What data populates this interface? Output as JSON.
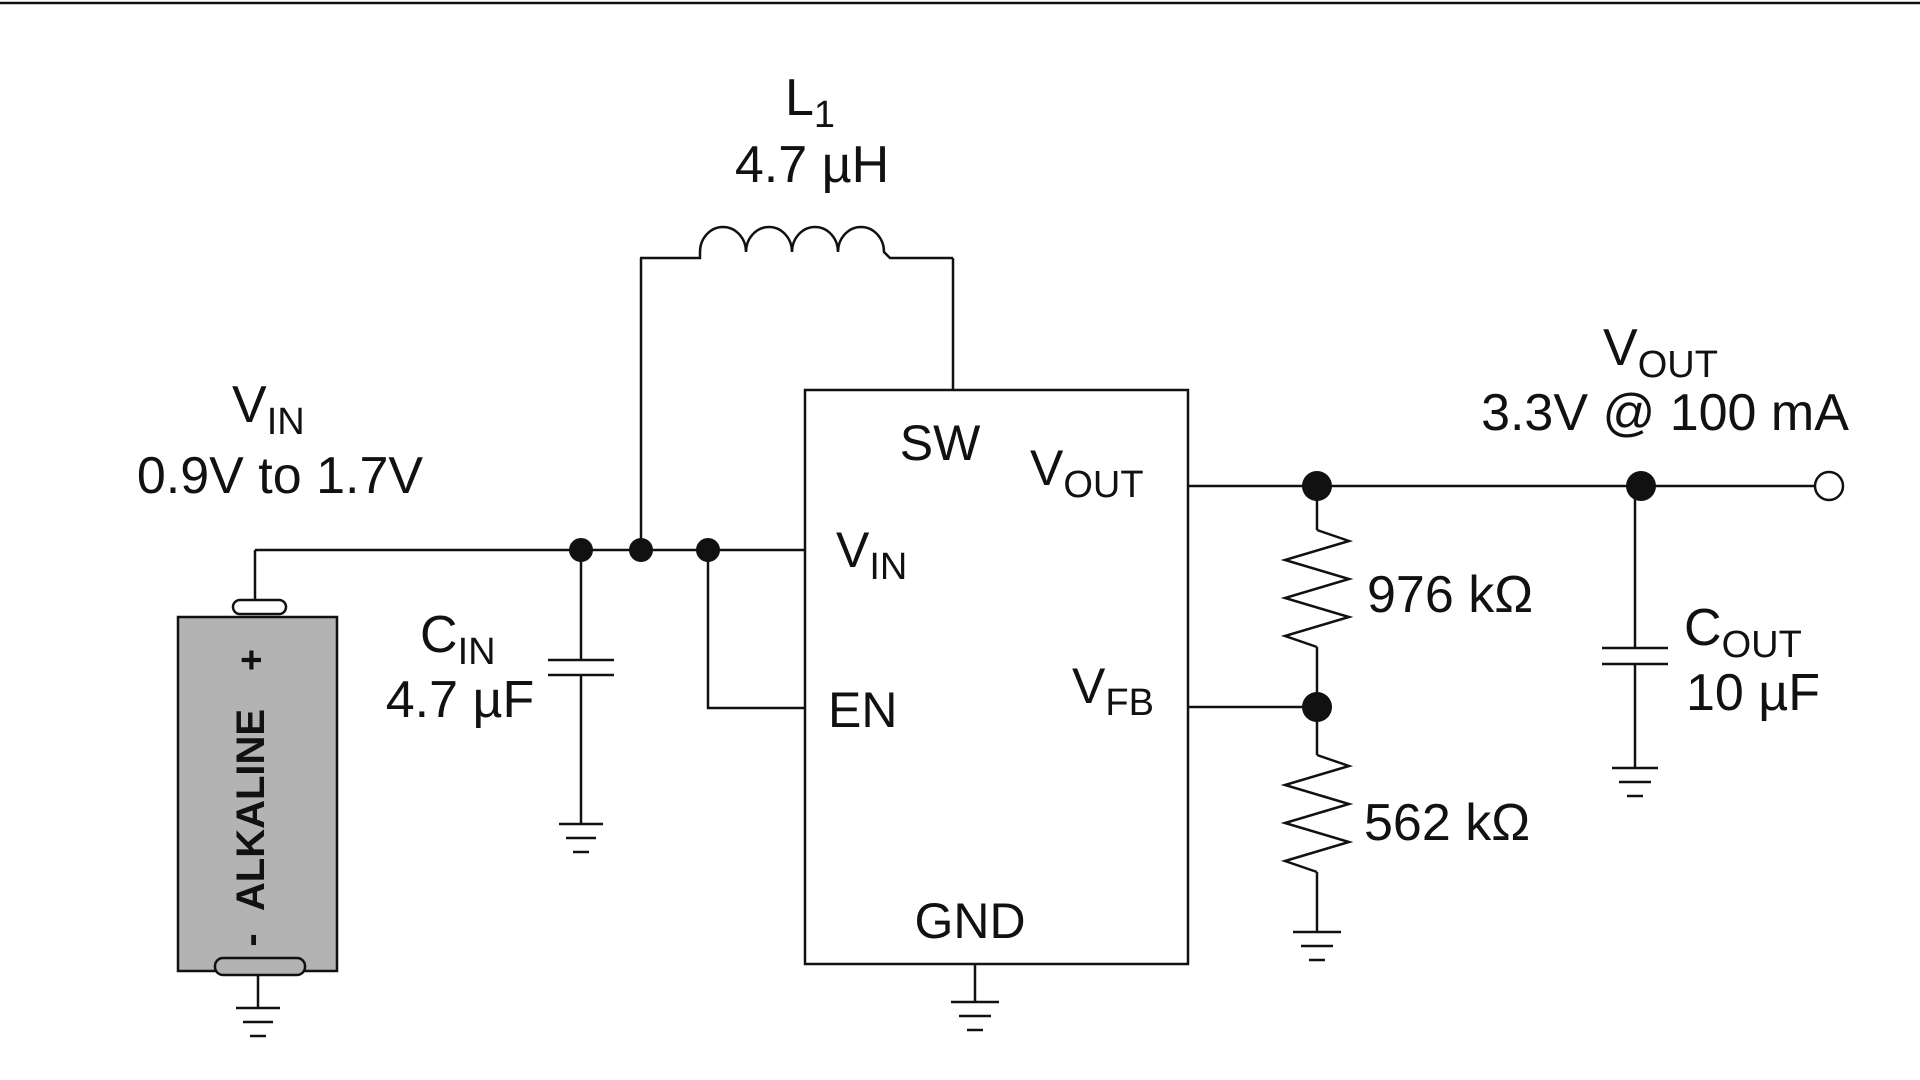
{
  "colors": {
    "line": "#111111",
    "battery_fill": "#b3b3b3",
    "background": "#ffffff"
  },
  "inductor": {
    "ref": "L",
    "ref_sub": "1",
    "value": "4.7 µH"
  },
  "input_label": {
    "name": "V",
    "name_sub": "IN",
    "range": "0.9V to 1.7V"
  },
  "output_label": {
    "name": "V",
    "name_sub": "OUT",
    "spec": "3.3V @ 100 mA"
  },
  "c_in": {
    "name": "C",
    "name_sub": "IN",
    "value": "4.7 µF"
  },
  "c_out": {
    "name": "C",
    "name_sub": "OUT",
    "value": "10 µF"
  },
  "r_top": {
    "value": "976 kΩ"
  },
  "r_bottom": {
    "value": "562 kΩ"
  },
  "battery": {
    "label": "ALKALINE",
    "plus": "+",
    "minus": "-"
  },
  "ic": {
    "pins": {
      "sw": "SW",
      "vin": "V",
      "vin_sub": "IN",
      "en": "EN",
      "vout": "V",
      "vout_sub": "OUT",
      "vfb": "V",
      "vfb_sub": "FB",
      "gnd": "GND"
    }
  }
}
